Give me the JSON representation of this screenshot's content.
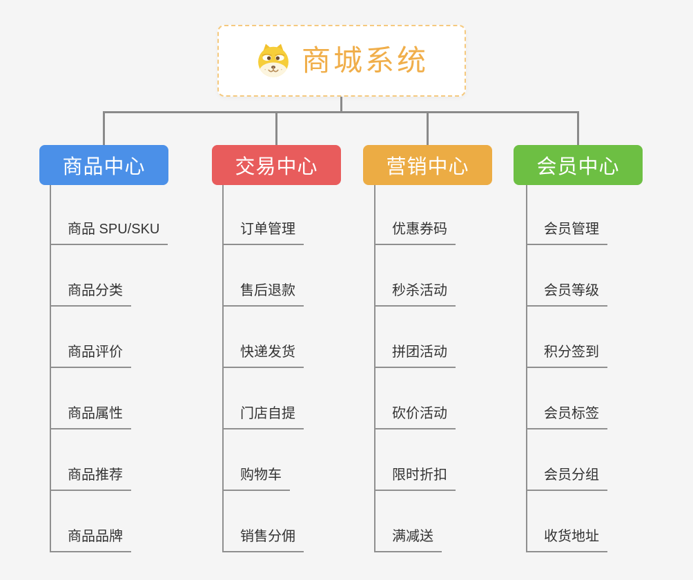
{
  "background_color": "#f5f5f5",
  "connector_color": "#8a8a8a",
  "root": {
    "title": "商城系统",
    "icon": "dog-face-icon",
    "text_color": "#f0ae4a",
    "border_color": "#f5c97e"
  },
  "branches": [
    {
      "label": "商品中心",
      "color": "#4b90e8",
      "items": [
        "商品 SPU/SKU",
        "商品分类",
        "商品评价",
        "商品属性",
        "商品推荐",
        "商品品牌"
      ]
    },
    {
      "label": "交易中心",
      "color": "#e85c5c",
      "items": [
        "订单管理",
        "售后退款",
        "快递发货",
        "门店自提",
        "购物车",
        "销售分佣"
      ]
    },
    {
      "label": "营销中心",
      "color": "#ecac44",
      "items": [
        "优惠券码",
        "秒杀活动",
        "拼团活动",
        "砍价活动",
        "限时折扣",
        "满减送"
      ]
    },
    {
      "label": "会员中心",
      "color": "#6dbf43",
      "items": [
        "会员管理",
        "会员等级",
        "积分签到",
        "会员标签",
        "会员分组",
        "收货地址"
      ]
    }
  ]
}
